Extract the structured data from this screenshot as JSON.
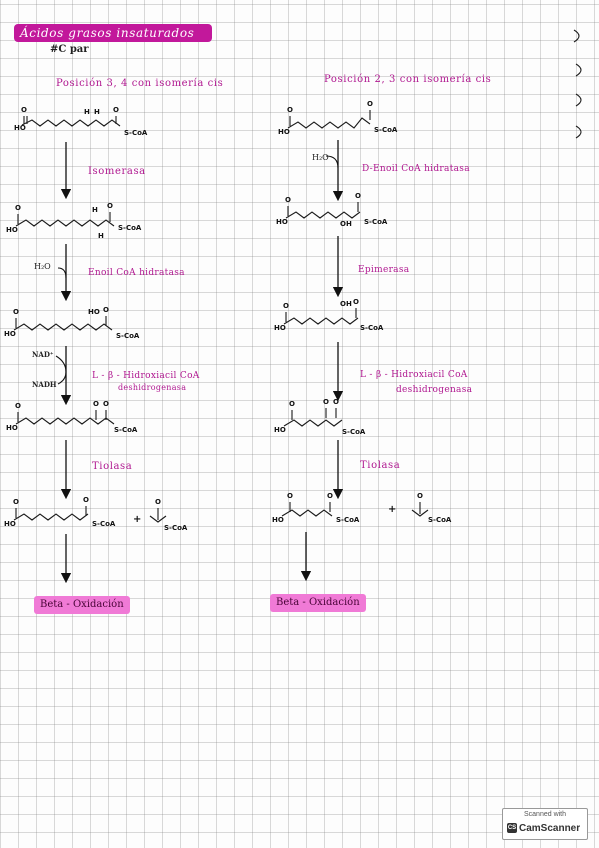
{
  "title": "Ácidos grasos insaturados",
  "subtitle": "#C par",
  "left": {
    "heading": "Posición 3, 4 con isomería cis",
    "enzymes": [
      "Isomerasa",
      "Enoil CoA hidratasa",
      "L - β - Hidroxiacil CoA",
      "deshidrogenasa",
      "Tiolasa"
    ],
    "cofactors": [
      "NAD⁺",
      "NADH"
    ],
    "result": "Beta - Oxidación"
  },
  "right": {
    "heading": "Posición 2, 3 con isomería cis",
    "enzymes": [
      "D-Enoil CoA hidratasa",
      "Epimerasa",
      "L - β - Hidroxiacil CoA",
      "deshidrogenasa",
      "Tiolasa"
    ],
    "result": "Beta - Oxidación"
  },
  "labels": {
    "ho": "HO",
    "scoa": "S-CoA",
    "water": "H₂O",
    "o": "O",
    "oh": "OH",
    "h": "H",
    "plus": "+"
  },
  "scanner": {
    "line1": "Scanned with",
    "line2": "CamScanner",
    "logo": "CS"
  },
  "colors": {
    "accent": "#c2189b",
    "highlight": "#f07ad6",
    "ink": "#111111"
  }
}
